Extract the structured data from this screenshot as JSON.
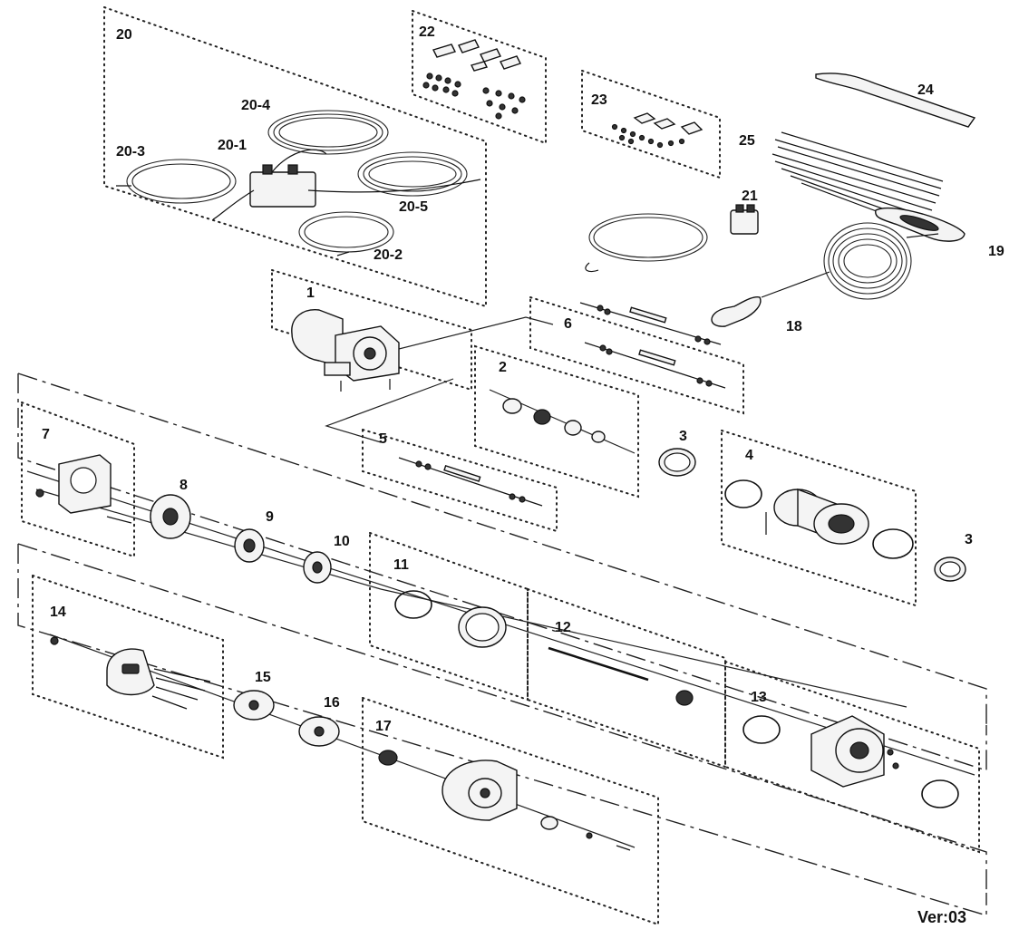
{
  "labels": {
    "p20": "20",
    "p20_1": "20-1",
    "p20_2": "20-2",
    "p20_3": "20-3",
    "p20_4": "20-4",
    "p20_5": "20-5",
    "p22": "22",
    "p23": "23",
    "p24": "24",
    "p25": "25",
    "p21": "21",
    "p19": "19",
    "p18": "18",
    "p1": "1",
    "p6": "6",
    "p2": "2",
    "p3a": "3",
    "p3b": "3",
    "p4": "4",
    "p5": "5",
    "p7": "7",
    "p8": "8",
    "p9": "9",
    "p10": "10",
    "p11": "11",
    "p12": "12",
    "p13": "13",
    "p14": "14",
    "p15": "15",
    "p16": "16",
    "p17": "17"
  },
  "version": "Ver:03"
}
